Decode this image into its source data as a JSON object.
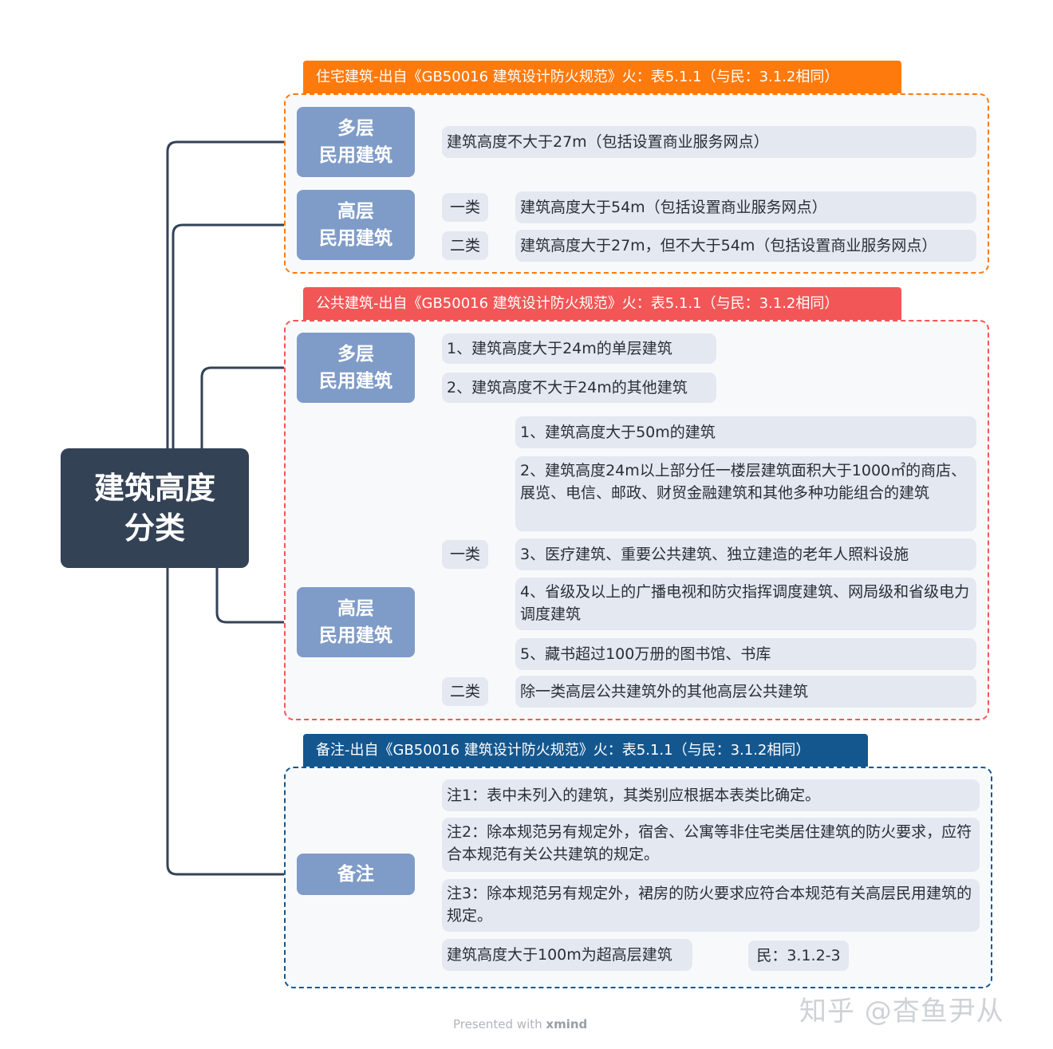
{
  "root": {
    "title": "建筑高度\n分类"
  },
  "groups": {
    "residential": {
      "banner": "住宅建筑-出自《GB50016 建筑设计防火规范》火：表5.1.1（与民：3.1.2相同）",
      "color": "#ff7a0d",
      "multi": {
        "label": "多层\n民用建筑",
        "text": "建筑高度不大于27m（包括设置商业服务网点）"
      },
      "high": {
        "label": "高层\n民用建筑",
        "class1_tag": "一类",
        "class1_text": "建筑高度大于54m（包括设置商业服务网点）",
        "class2_tag": "二类",
        "class2_text": "建筑高度大于27m，但不大于54m（包括设置商业服务网点）"
      }
    },
    "public": {
      "banner": "公共建筑-出自《GB50016 建筑设计防火规范》火：表5.1.1（与民：3.1.2相同）",
      "color": "#f25656",
      "multi": {
        "label": "多层\n民用建筑",
        "items": [
          "1、建筑高度大于24m的单层建筑",
          "2、建筑高度不大于24m的其他建筑"
        ]
      },
      "high": {
        "label": "高层\n民用建筑",
        "class1_tag": "一类",
        "class1_items": [
          "1、建筑高度大于50m的建筑",
          "2、建筑高度24m以上部分任一楼层建筑面积大于1000㎡的商店、展览、电信、邮政、财贸金融建筑和其他多种功能组合的建筑",
          "3、医疗建筑、重要公共建筑、独立建造的老年人照料设施",
          "4、省级及以上的广播电视和防灾指挥调度建筑、网局级和省级电力调度建筑",
          "5、藏书超过100万册的图书馆、书库"
        ],
        "class2_tag": "二类",
        "class2_text": "除一类高层公共建筑外的其他高层公共建筑"
      }
    },
    "notes": {
      "banner": "备注-出自《GB50016 建筑设计防火规范》火：表5.1.1（与民：3.1.2相同）",
      "color": "#14578f",
      "label": "备注",
      "items": [
        "注1：表中未列入的建筑，其类别应根据本表类比确定。",
        "注2：除本规范另有规定外，宿舍、公寓等非住宅类居住建筑的防火要求，应符合本规范有关公共建筑的规定。",
        "注3：除本规范另有规定外，裙房的防火要求应符合本规范有关高层民用建筑的规定。",
        "建筑高度大于100m为超高层建筑"
      ],
      "summary": "民：3.1.2-3"
    }
  },
  "footer": {
    "presented": "Presented with",
    "brand": "xmind"
  },
  "watermark": "知乎 @杳鱼尹从",
  "colors": {
    "root": "#344256",
    "category": "#7f9cc8",
    "node_bg": "#e3e8f1",
    "line": "#344256"
  }
}
